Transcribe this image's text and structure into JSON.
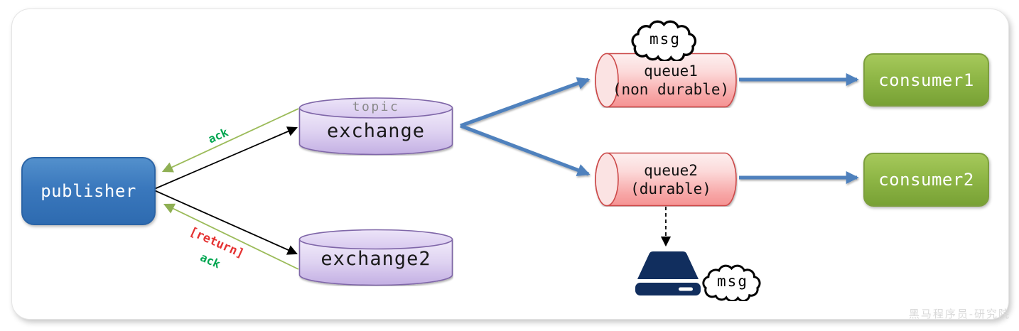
{
  "diagram": {
    "title_context": "message-broker flow diagram",
    "nodes": {
      "publisher": {
        "label": "publisher"
      },
      "exchange": {
        "tag": "topic",
        "label": "exchange"
      },
      "exchange2": {
        "label": "exchange2"
      },
      "queue1": {
        "line1": "queue1",
        "line2": "(non durable)"
      },
      "queue2": {
        "line1": "queue2",
        "line2": "(durable)"
      },
      "consumer1": {
        "label": "consumer1"
      },
      "consumer2": {
        "label": "consumer2"
      },
      "cloud_queue1": {
        "label": "msg"
      },
      "cloud_disk": {
        "label": "msg"
      }
    },
    "edge_labels": {
      "ack_top": "ack",
      "return": "[return]",
      "ack_bottom": "ack"
    },
    "watermark": "黑马程序员-研究院",
    "colors": {
      "publisher_blue": "#2e6bb0",
      "consumer_green": "#78a135",
      "exchange_purple_border": "#7f66a8",
      "queue_red_border": "#cc4949",
      "blue_arrow": "#4f81bd",
      "green_line": "#9bbb59",
      "ack_green": "#00a651",
      "return_red": "#e53232",
      "disk_navy": "#112e5e",
      "panel_border": "#e4e4e4"
    }
  }
}
